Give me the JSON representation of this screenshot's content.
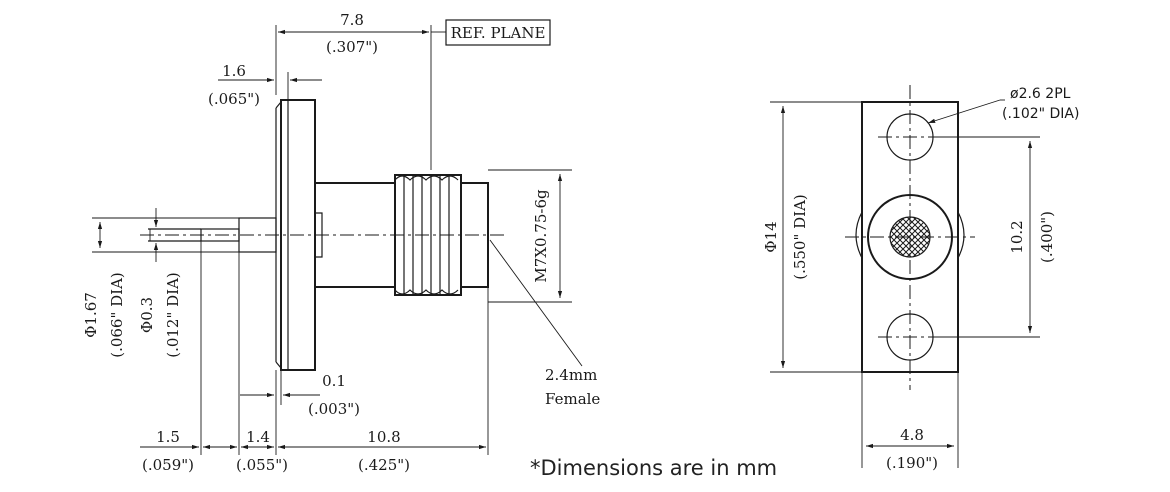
{
  "dimensions": {
    "overall_to_ref": {
      "mm": "7.8",
      "inch": "(.307\")"
    },
    "flange_thk": {
      "mm": "1.6",
      "inch": "(.065\")"
    },
    "pin_dia": {
      "mm": "Φ1.67",
      "inch": "(.066\" DIA)"
    },
    "tab_dia": {
      "mm": "Φ0.3",
      "inch": "(.012\" DIA)"
    },
    "gap": {
      "mm": "0.1",
      "inch": "(.003\")"
    },
    "pin_len": {
      "mm": "1.5",
      "inch": "(.059\")"
    },
    "collar_len": {
      "mm": "1.4",
      "inch": "(.055\")"
    },
    "body_len": {
      "mm": "10.8",
      "inch": "(.425\")"
    },
    "flange_dia": {
      "mm": "Φ14",
      "inch": "(.550\" DIA)"
    },
    "hole_spacing": {
      "mm": "10.2",
      "inch": "(.400\")"
    },
    "hole_dia": {
      "mm": "ø2.6  2PL",
      "inch": "(.102\"  DIA)"
    },
    "flange_width": {
      "mm": "4.8",
      "inch": "(.190\")"
    }
  },
  "labels": {
    "ref_plane": "REF. PLANE",
    "thread": "M7X0.75-6g",
    "connector_size": "2.4mm",
    "connector_gender": "Female"
  },
  "note": "*Dimensions are in mm"
}
